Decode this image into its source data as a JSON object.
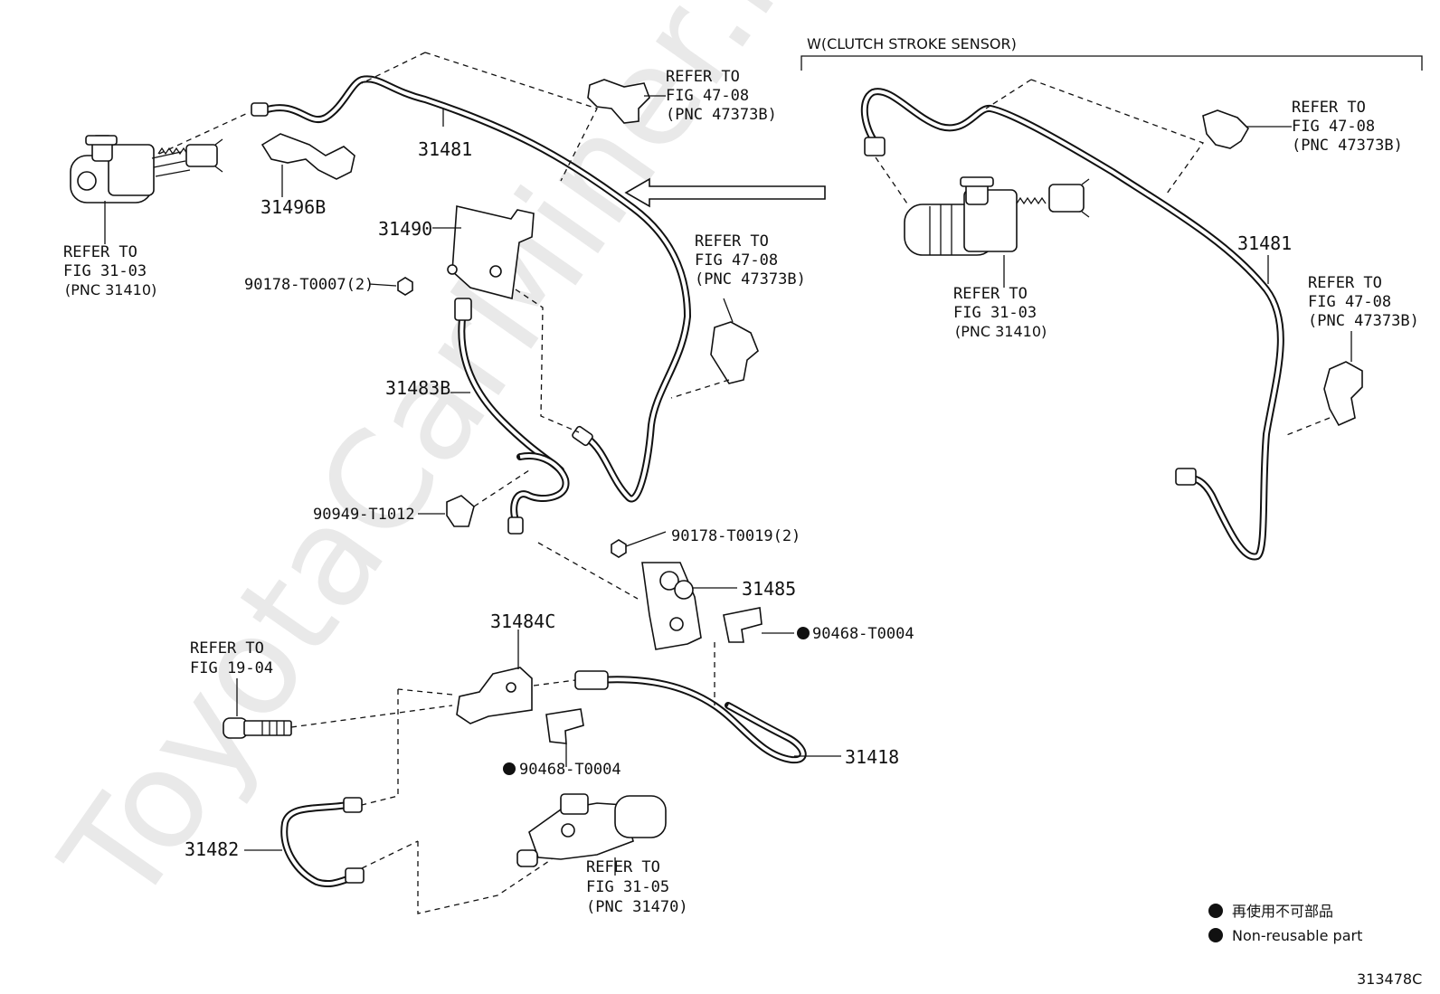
{
  "watermark": "ToyotaCarMiner.ru",
  "variant_label": "W(CLUTCH STROKE SENSOR)",
  "refer_to": "REFER TO",
  "parts": {
    "p31481_left": "31481",
    "p31481_right": "31481",
    "p31496B": "31496B",
    "p31490": "31490",
    "p90178_T0007": "90178-T0007(2)",
    "p31483B": "31483B",
    "p90949_T1012": "90949-T1012",
    "p90178_T0019": "90178-T0019(2)",
    "p31485": "31485",
    "p90468_T0004_a": "90468-T0004",
    "p31484C": "31484C",
    "p90468_T0004_b": "90468-T0004",
    "p31418": "31418",
    "p31482": "31482"
  },
  "refs": {
    "fig4708_a": {
      "fig": "FIG 47-08",
      "pnc": "(PNC 47373B)"
    },
    "fig3103_left": {
      "fig": "FIG 31-03",
      "pnc": "(PNC 31410)"
    },
    "fig4708_b": {
      "fig": "FIG 47-08",
      "pnc": "(PNC 47373B)"
    },
    "fig1904": {
      "fig": "FIG 19-04"
    },
    "fig3105": {
      "fig": "FIG 31-05",
      "pnc": "(PNC 31470)"
    },
    "fig4708_c": {
      "fig": "FIG 47-08",
      "pnc": "(PNC 47373B)"
    },
    "fig3103_right": {
      "fig": "FIG 31-03",
      "pnc": "(PNC 31410)"
    },
    "fig4708_d": {
      "fig": "FIG 47-08",
      "pnc": "(PNC 47373B)"
    }
  },
  "legend": {
    "jp": "再使用不可部品",
    "en": "Non-reusable part"
  },
  "diagram_code": "313478C"
}
